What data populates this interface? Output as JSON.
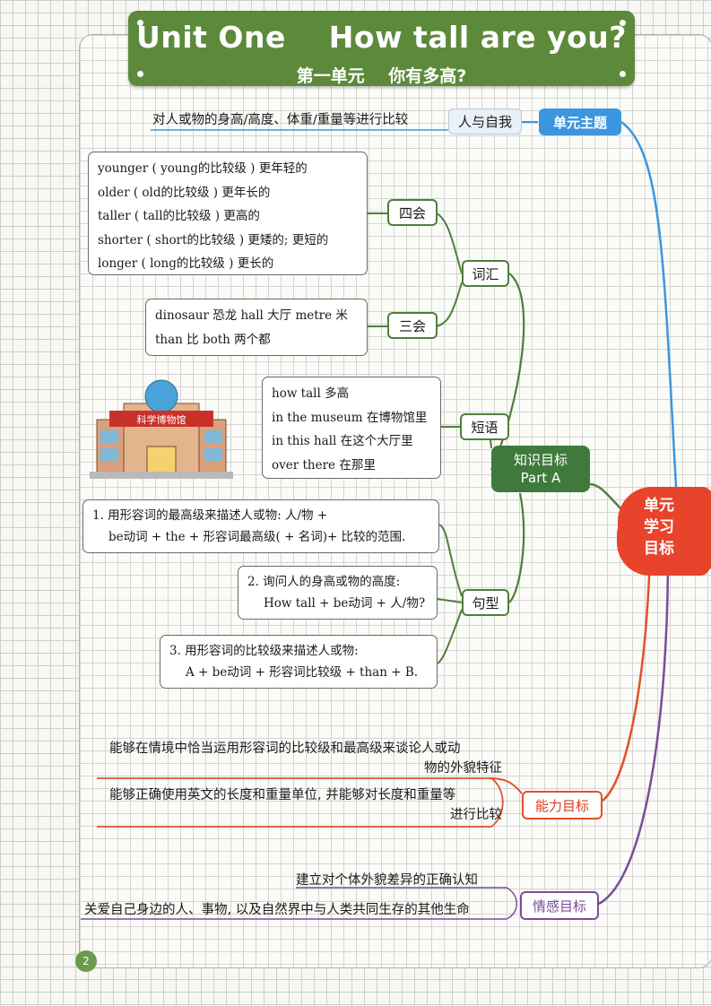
{
  "header": {
    "title_en": "Unit One    How tall are you?",
    "title_zh": "第一单元    你有多高?"
  },
  "root": {
    "label_lines": [
      "单元",
      "学习",
      "目标"
    ]
  },
  "theme": {
    "label": "单元主题",
    "category": "人与自我",
    "desc": "对人或物的身高/高度、体重/重量等进行比较"
  },
  "knowledge": {
    "label_line1": "知识目标",
    "label_line2": "Part A",
    "vocab": {
      "label": "词汇",
      "four_skills": {
        "label": "四会",
        "items": [
          "younger ( young的比较级 ) 更年轻的",
          "older ( old的比较级 ) 更年长的",
          "taller ( tall的比较级 ) 更高的",
          "shorter ( short的比较级 ) 更矮的; 更短的",
          "longer ( long的比较级 ) 更长的"
        ]
      },
      "three_skills": {
        "label": "三会",
        "items": [
          "dinosaur 恐龙  hall 大厅  metre 米",
          "than 比  both 两个都"
        ]
      }
    },
    "phrases": {
      "label": "短语",
      "items": [
        "how tall 多高",
        "in the museum 在博物馆里",
        "in this hall 在这个大厅里",
        "over there 在那里"
      ],
      "museum_sign": "科学博物馆"
    },
    "sentences": {
      "label": "句型",
      "items": [
        {
          "line1": "1. 用形容词的最高级来描述人或物: 人/物 +",
          "line2": "be动词 + the + 形容词最高级( + 名词)+ 比较的范围."
        },
        {
          "line1": "2. 询问人的身高或物的高度:",
          "line2": "How tall + be动词 + 人/物?"
        },
        {
          "line1": "3. 用形容词的比较级来描述人或物:",
          "line2": "A + be动词 + 形容词比较级 + than + B."
        }
      ]
    }
  },
  "ability": {
    "label": "能力目标",
    "items": [
      {
        "line1": "能够在情境中恰当运用形容词的比较级和最高级来谈论人或动",
        "line2": "物的外貌特征"
      },
      {
        "line1": "能够正确使用英文的长度和重量单位, 并能够对长度和重量等",
        "line2": "进行比较"
      }
    ]
  },
  "emotion": {
    "label": "情感目标",
    "items": [
      "建立对个体外貌差异的正确认知",
      "关爱自己身边的人、事物, 以及自然界中与人类共同生存的其他生命"
    ]
  },
  "page_number": "2",
  "colors": {
    "banner": "#5d8a3a",
    "theme_blue": "#3c96df",
    "knowledge_green": "#3f7a3c",
    "ability_red": "#e0522c",
    "emotion_purple": "#7a4d99",
    "root_red": "#e8432b"
  }
}
